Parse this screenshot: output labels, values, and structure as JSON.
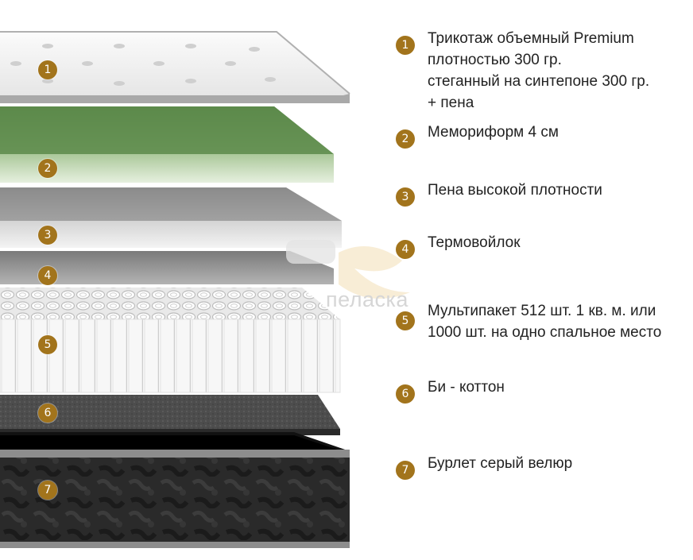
{
  "image": {
    "alt": "Многослойный матрас в разрезе",
    "watermark_text": "пеласка"
  },
  "layers": [
    {
      "number": "1",
      "description": "Трикотаж объемный Premium\nплотностью 300 гр.\nстеганный на синтепоне 300 гр.\n+ пена",
      "color": "#f2f2f2"
    },
    {
      "number": "2",
      "description": "Мемориформ 4 см",
      "color": "#7fa86a"
    },
    {
      "number": "3",
      "description": "Пена высокой плотности",
      "color": "#b8b8b8"
    },
    {
      "number": "4",
      "description": "Термовойлок",
      "color": "#9a9a9a"
    },
    {
      "number": "5",
      "description": "Мультипакет 512 шт. 1 кв. м. или\n1000 шт. на одно спальное место",
      "color": "#f5f5f5"
    },
    {
      "number": "6",
      "description": "Би - коттон",
      "color": "#4a4a4a"
    },
    {
      "number": "7",
      "description": "Бурлет серый велюр",
      "color": "#2b2b2b"
    }
  ],
  "badge_color": "#a2741c"
}
